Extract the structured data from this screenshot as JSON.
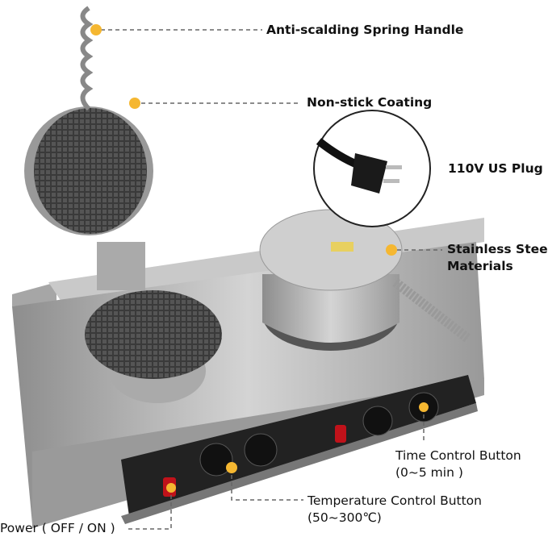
{
  "callouts": {
    "spring_handle": "Anti-scalding Spring Handle",
    "coating": "Non-stick Coating",
    "plug": "110V US Plug",
    "steel_line1": "Stainless Steel",
    "steel_line2": "Materials",
    "time_line1": "Time Control Button",
    "time_line2": "(0~5 min )",
    "temp_line1": "Temperature Control Button",
    "temp_line2": "(50~300℃)",
    "power": "Power ( OFF / ON )"
  },
  "colors": {
    "marker": "#f5b731",
    "steel": "#b9b9b9",
    "panel": "#222222",
    "plate": "#2c2c2c",
    "switch": "#c0121a"
  }
}
